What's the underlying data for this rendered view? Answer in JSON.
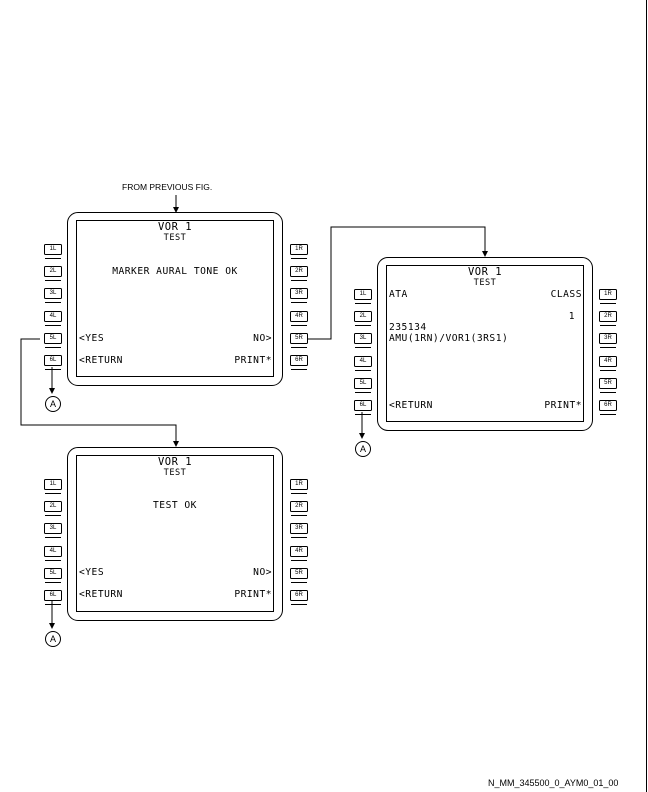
{
  "caption": "FROM PREVIOUS FIG.",
  "footer": "N_MM_345500_0_AYM0_01_00",
  "connector": "A",
  "left_keys": [
    "1L",
    "2L",
    "3L",
    "4L",
    "5L",
    "6L"
  ],
  "right_keys": [
    "1R",
    "2R",
    "3R",
    "4R",
    "5R",
    "6R"
  ],
  "screens": {
    "marker": {
      "title": "VOR 1",
      "subtitle": "TEST",
      "message": "MARKER AURAL TONE OK",
      "yes": "<YES",
      "no": "NO>",
      "return": "<RETURN",
      "print": "PRINT*"
    },
    "test_ok": {
      "title": "VOR 1",
      "subtitle": "TEST",
      "message": "TEST OK",
      "yes": "<YES",
      "no": "NO>",
      "return": "<RETURN",
      "print": "PRINT*"
    },
    "class": {
      "title": "VOR 1",
      "subtitle": "TEST",
      "ata_label": "ATA",
      "class_label": "CLASS",
      "class_value": "1",
      "ata_value": "235134",
      "fault": "AMU(1RN)/VOR1(3RS1)",
      "return": "<RETURN",
      "print": "PRINT*"
    }
  }
}
